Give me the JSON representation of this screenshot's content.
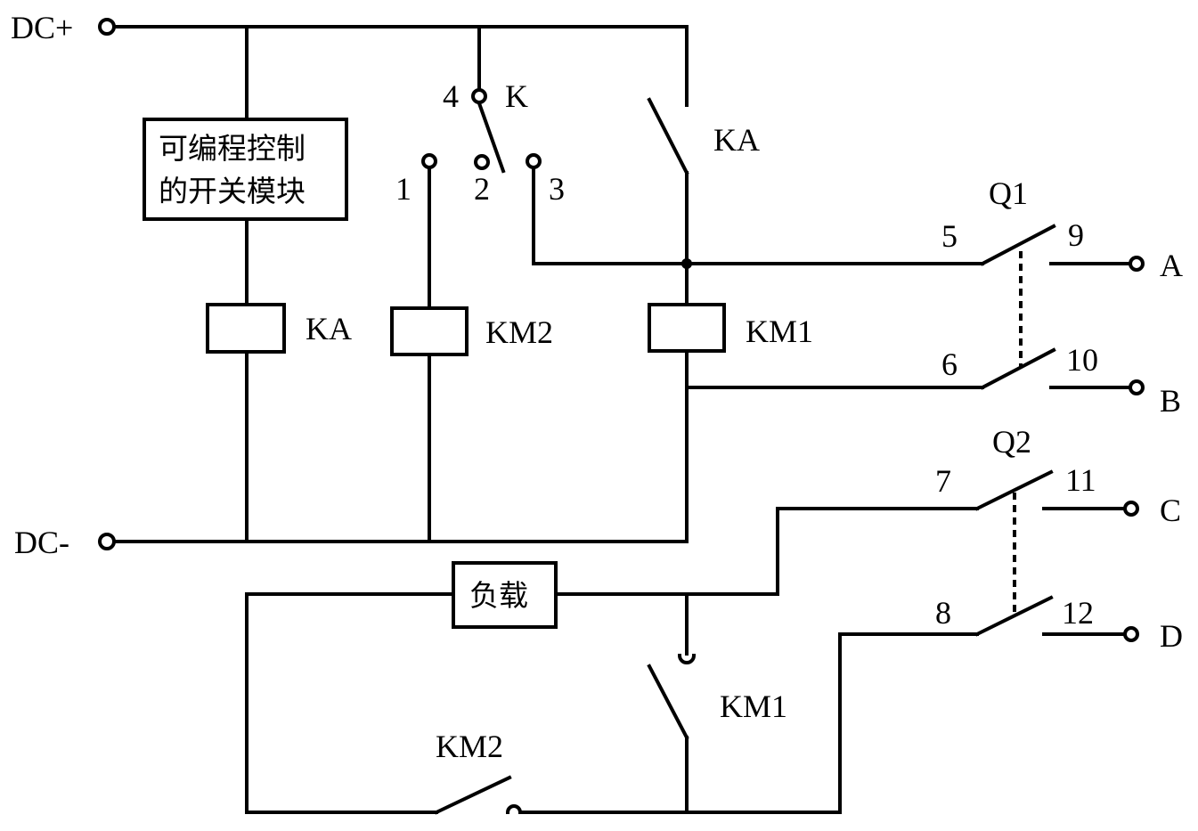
{
  "terminals": {
    "dc_plus": "DC+",
    "dc_minus": "DC-",
    "a": "A",
    "b": "B",
    "c": "C",
    "d": "D"
  },
  "components": {
    "module_line1": "可编程控制",
    "module_line2": "的开关模块",
    "load": "负载",
    "switch_k": "K",
    "ka_contact": "KA",
    "ka_coil": "KA",
    "km2_coil": "KM2",
    "km1_coil": "KM1",
    "km1_contact": "KM1",
    "km2_contact": "KM2",
    "q1": "Q1",
    "q2": "Q2"
  },
  "pins": {
    "p1": "1",
    "p2": "2",
    "p3": "3",
    "p4": "4",
    "p5": "5",
    "p6": "6",
    "p7": "7",
    "p8": "8",
    "p9": "9",
    "p10": "10",
    "p11": "11",
    "p12": "12"
  }
}
